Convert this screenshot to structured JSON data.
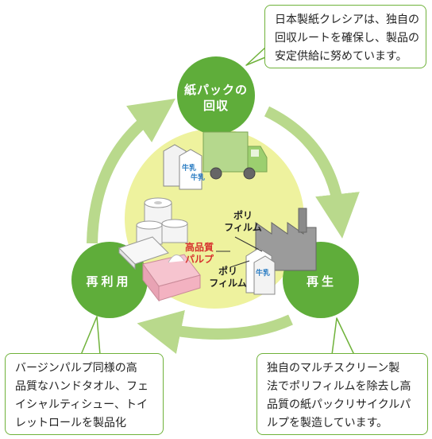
{
  "callouts": {
    "top": {
      "lines": [
        "日本製紙クレシアは、独自の",
        "回収ルートを確保し、製品の",
        "安定供給に努めています。"
      ]
    },
    "left": {
      "lines": [
        "バージンパルプ同様の高",
        "品質なハンドタオル、フェ",
        "イシャルティシュー、トイ",
        "レットロールを製品化"
      ]
    },
    "right": {
      "lines": [
        "独自のマルチスクリーン製",
        "法でポリフィルムを除去し高",
        "品質の紙パックリサイクルパ",
        "ルプを製造しています。"
      ]
    }
  },
  "nodes": {
    "top": {
      "lines": [
        "紙パックの",
        "回収"
      ]
    },
    "left": {
      "label": "再利用"
    },
    "right": {
      "label": "再生"
    }
  },
  "annotations": {
    "high_quality_pulp": {
      "lines": [
        "高品質",
        "パルプ"
      ]
    },
    "poly_film_upper": {
      "lines": [
        "ポリ",
        "フィルム"
      ]
    },
    "poly_film_lower": {
      "lines": [
        "ポリ",
        "フィルム"
      ]
    }
  },
  "carton_glyph": "牛乳",
  "colors": {
    "node_green": "#5fad3a",
    "arrow_green": "#b9d98c",
    "center_yellow": "#eef29e",
    "callout_border": "#6fb23a",
    "pulp_red": "#d7332f",
    "carton_blue": "#2f7fc4"
  }
}
